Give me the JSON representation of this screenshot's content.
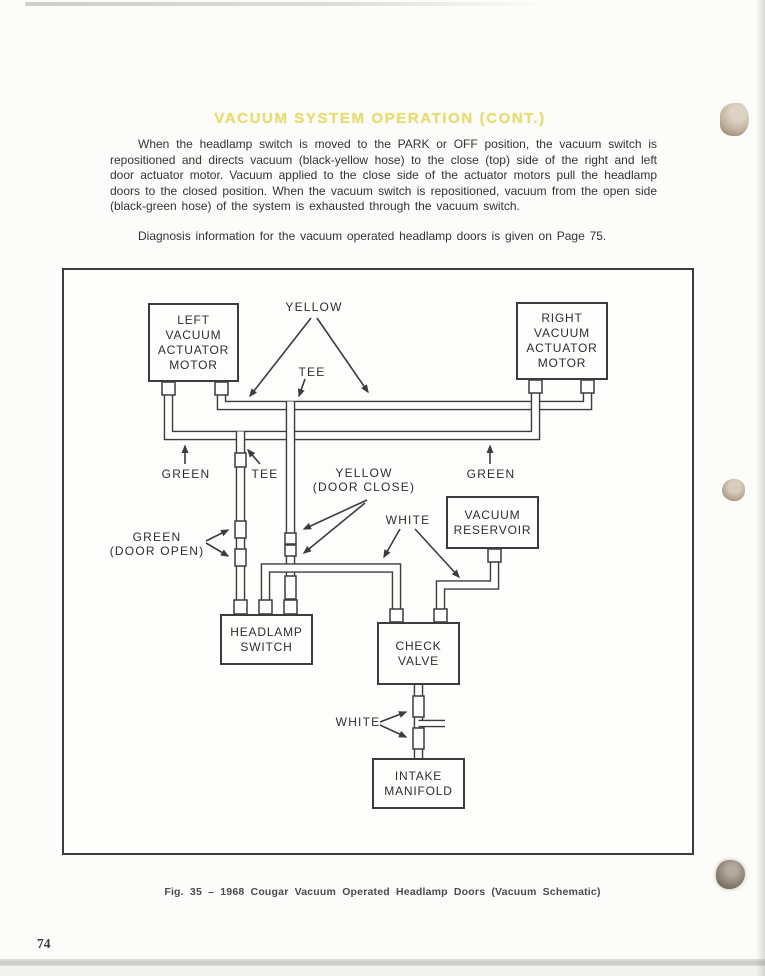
{
  "page": {
    "title": "VACUUM SYSTEM OPERATION (CONT.)",
    "paragraph1": "When the headlamp switch is moved to the PARK or OFF position, the vacuum switch is repositioned and directs vacuum (black-yellow hose) to the close (top) side of the right and left door actuator motor. Vacuum applied to the close side of the actuator motors pull the headlamp doors to the closed position. When the vacuum switch is repositioned, vacuum from the open side (black-green hose) of the system is exhausted through the vacuum switch.",
    "paragraph2": "Diagnosis information for the vacuum operated headlamp doors is given on Page 75.",
    "caption": "Fig. 35 – 1968 Cougar Vacuum Operated Headlamp Doors (Vacuum Schematic)",
    "page_number": "74",
    "colors": {
      "title_text": "#e7dd72",
      "diagram_lines": "#3c3c3c",
      "body_text": "#333333"
    }
  },
  "diagram": {
    "boxes": {
      "left_actuator": "LEFT\nVACUUM\nACTUATOR\nMOTOR",
      "right_actuator": "RIGHT\nVACUUM\nACTUATOR\nMOTOR",
      "vacuum_reservoir": "VACUUM\nRESERVOIR",
      "headlamp_switch": "HEADLAMP\nSWITCH",
      "check_valve": "CHECK\nVALVE",
      "intake_manifold": "INTAKE\nMANIFOLD"
    },
    "labels": {
      "yellow_top": "YELLOW",
      "tee_top": "TEE",
      "green_left": "GREEN",
      "tee_lower": "TEE",
      "yellow_door_close": "YELLOW\n(DOOR CLOSE)",
      "green_door_open": "GREEN\n(DOOR OPEN)",
      "white_upper": "WHITE",
      "green_right": "GREEN",
      "white_lower": "WHITE"
    }
  }
}
